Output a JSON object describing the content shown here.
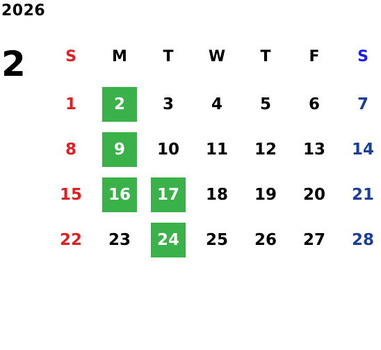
{
  "calendar": {
    "year": "2026",
    "month": "2",
    "weekdays": [
      "S",
      "M",
      "T",
      "W",
      "T",
      "F",
      "S"
    ],
    "weeks": [
      [
        "1",
        "2",
        "3",
        "4",
        "5",
        "6",
        "7"
      ],
      [
        "8",
        "9",
        "10",
        "11",
        "12",
        "13",
        "14"
      ],
      [
        "15",
        "16",
        "17",
        "18",
        "19",
        "20",
        "21"
      ],
      [
        "22",
        "23",
        "24",
        "25",
        "26",
        "27",
        "28"
      ]
    ],
    "highlighted_days": [
      "2",
      "9",
      "16",
      "17",
      "24"
    ]
  },
  "colors": {
    "highlight": "#3bb14a",
    "sunday": "#e02020",
    "saturday_header": "#1a1aff",
    "saturday": "#1a3f99",
    "text": "#000000"
  }
}
